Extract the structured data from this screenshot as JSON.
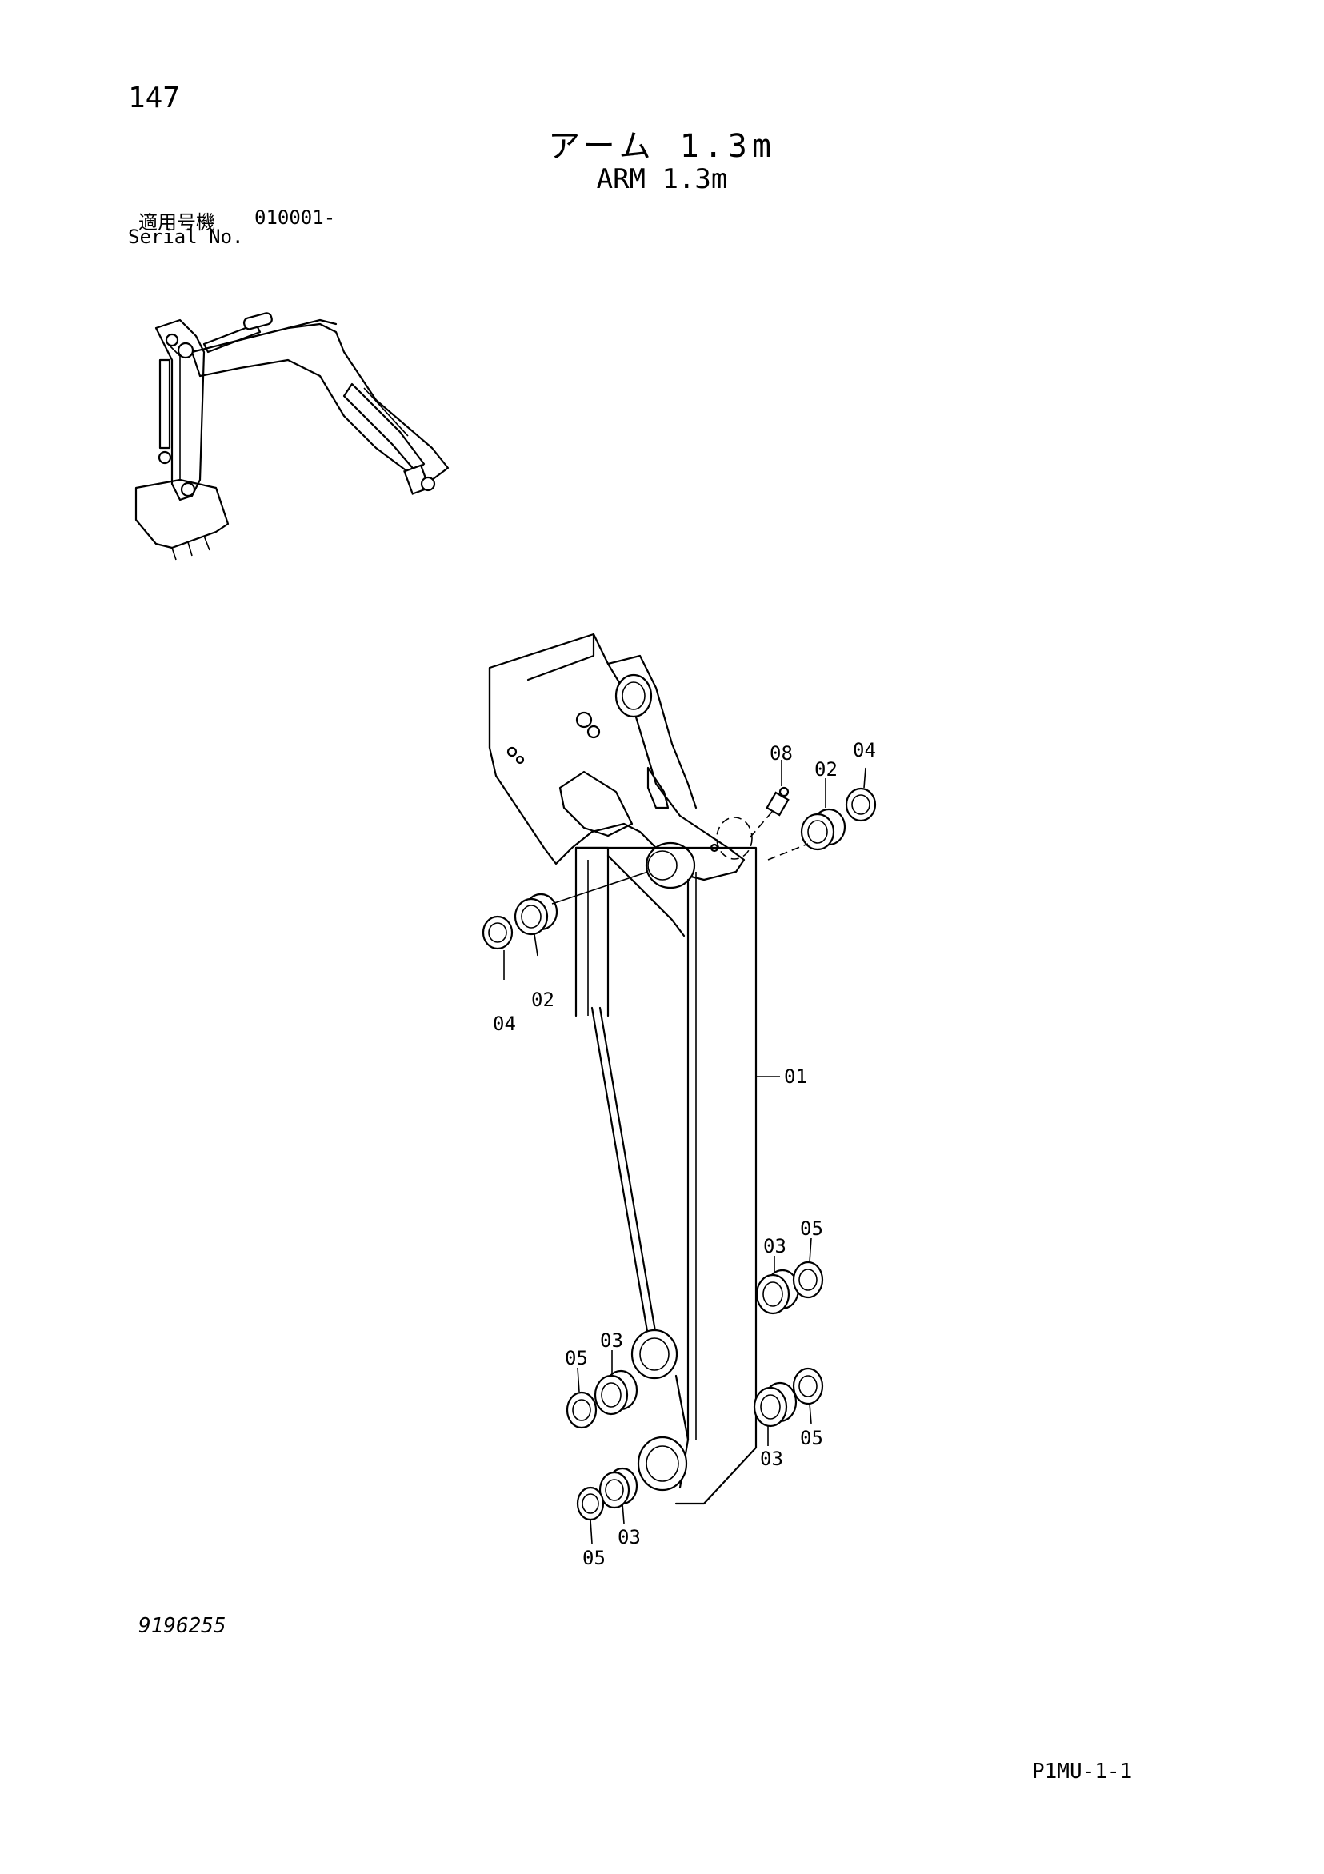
{
  "header": {
    "page_number": "147",
    "title_jp": "アーム 1.3m",
    "title_en": "ARM 1.3m"
  },
  "serial": {
    "label_jp": "適用号機",
    "range": "010001-",
    "label_en": "Serial No."
  },
  "footer": {
    "drawing_number": "9196255",
    "page_code": "P1MU-1-1"
  },
  "callouts": {
    "c01": "01",
    "c02_right": "02",
    "c04_right": "04",
    "c08": "08",
    "c04_left": "04",
    "c02_left": "02",
    "c03_r_top": "03",
    "c05_r_top": "05",
    "c03_r_bot": "03",
    "c05_r_bot": "05",
    "c05_l_top": "05",
    "c03_l_top": "03",
    "c03_l_bot": "03",
    "c05_l_bot": "05"
  }
}
